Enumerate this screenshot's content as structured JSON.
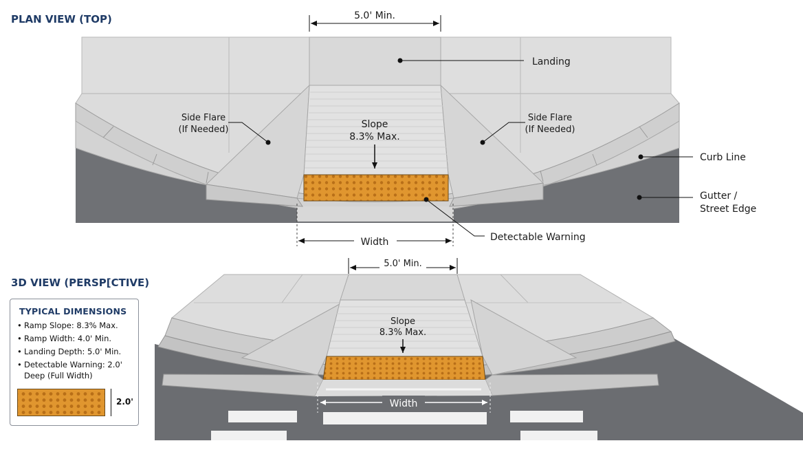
{
  "plan": {
    "heading": "PLAN VIEW (TOP)",
    "landing_dim": "5.0' Min.",
    "landing_label": "Landing",
    "side_flare_left": [
      "Side Flare",
      "(If Needed)"
    ],
    "side_flare_right": [
      "Side Flare",
      "(If Needed)"
    ],
    "slope": [
      "Slope",
      "8.3% Max."
    ],
    "curb_line": "Curb Line",
    "gutter": [
      "Gutter /",
      "Street Edge"
    ],
    "width_dim": "Width",
    "detectable_warning": "Detectable Warning"
  },
  "perspective": {
    "heading": "3D VIEW (PERSP[CTIVE)",
    "landing_dim": "5.0' Min.",
    "slope": [
      "Slope",
      "8.3% Max."
    ],
    "width_dim": "Width"
  },
  "dimensions": {
    "title": "TYPICAL DIMENSIONS",
    "items": [
      "Ramp Slope: 8.3% Max.",
      "Ramp Width: 4.0' Min.",
      "Landing Depth: 5.0' Min.",
      "Detectable Warning: 2.0' Deep (Full Width)"
    ],
    "swatch_label": "2.0'"
  },
  "colors": {
    "concrete": "#dcdcdc",
    "asphalt": "#707276",
    "warning": "#e0962f",
    "heading": "#1f3b66"
  }
}
